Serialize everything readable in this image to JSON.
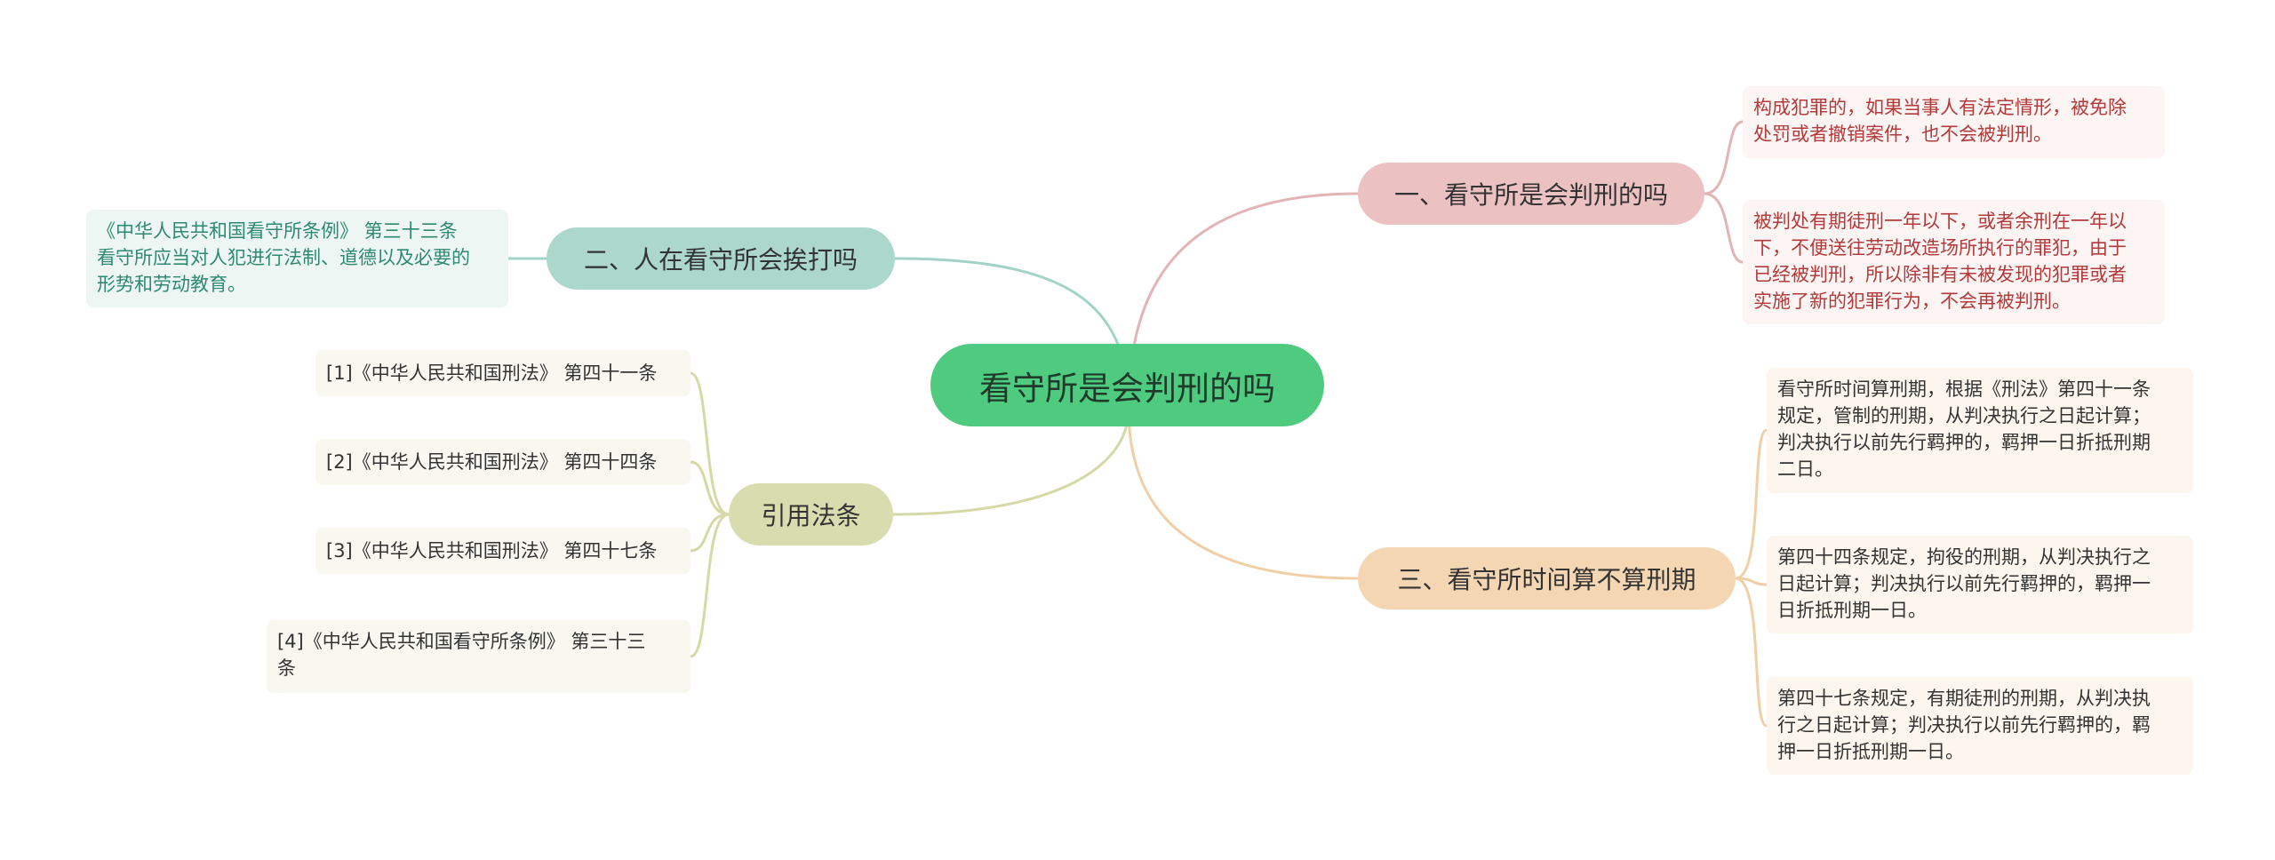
{
  "colors": {
    "center": "#4fcb7f",
    "branch1": "#ebc1c2",
    "branch2": "#acd8cc",
    "branch3": "#f5d6b3",
    "branch4": "#d8ddb0",
    "link1": "#e3b4b6",
    "link2": "#a3d3c6",
    "link3": "#f0cfa6",
    "link4": "#d4d9a6"
  },
  "center": {
    "label": "看守所是会判刑的吗"
  },
  "branches": [
    {
      "label": "一、看守所是会判刑的吗",
      "leaves": [
        [
          "构成犯罪的，如果当事人有法定情形，被免除",
          "处罚或者撤销案件，也不会被判刑。"
        ],
        [
          "被判处有期徒刑一年以下，或者余刑在一年以",
          "下，不便送往劳动改造场所执行的罪犯，由于",
          "已经被判刑，所以除非有未被发现的犯罪或者",
          "实施了新的犯罪行为，不会再被判刑。"
        ]
      ]
    },
    {
      "label": "二、人在看守所会挨打吗",
      "leaves": [
        [
          "《中华人民共和国看守所条例》 第三十三条",
          "看守所应当对人犯进行法制、道德以及必要的",
          "形势和劳动教育。"
        ]
      ]
    },
    {
      "label": "三、看守所时间算不算刑期",
      "leaves": [
        [
          "看守所时间算刑期，根据《刑法》第四十一条",
          "规定，管制的刑期，从判决执行之日起计算；",
          "判决执行以前先行羁押的，羁押一日折抵刑期",
          "二日。"
        ],
        [
          "第四十四条规定，拘役的刑期，从判决执行之",
          "日起计算；判决执行以前先行羁押的，羁押一",
          "日折抵刑期一日。"
        ],
        [
          "第四十七条规定，有期徒刑的刑期，从判决执",
          "行之日起计算；判决执行以前先行羁押的，羁",
          "押一日折抵刑期一日。"
        ]
      ]
    },
    {
      "label": "引用法条",
      "leaves": [
        [
          "[1]《中华人民共和国刑法》 第四十一条"
        ],
        [
          "[2]《中华人民共和国刑法》 第四十四条"
        ],
        [
          "[3]《中华人民共和国刑法》 第四十七条"
        ],
        [
          "[4]《中华人民共和国看守所条例》 第三十三",
          "条"
        ]
      ]
    }
  ]
}
